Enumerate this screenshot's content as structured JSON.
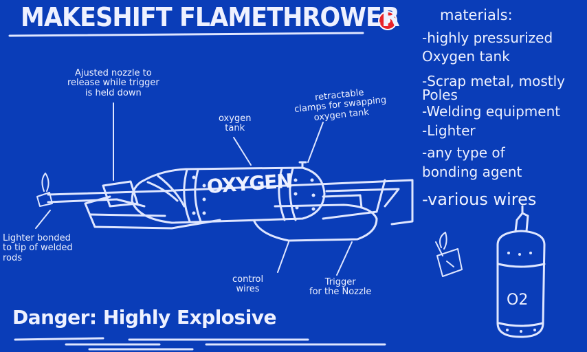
{
  "title": "MAKESHIFT FLAMETHROWER",
  "danger": "Danger: Highly Explosive",
  "materials": {
    "heading": "materials:",
    "items": [
      "-highly pressurized",
      "Oxygen tank",
      "-Scrap metal, mostly",
      "Poles",
      "-Welding equipment",
      "-Lighter",
      "-any type of",
      "bonding agent",
      "-various wires"
    ]
  },
  "labels": {
    "nozzle": [
      "Ajusted nozzle to",
      "release while trigger",
      "is held down"
    ],
    "oxygen_tank": [
      "oxygen",
      "tank"
    ],
    "clamps": [
      "retractable",
      "clamps for swapping",
      "oxygen tank"
    ],
    "lighter": [
      "Lighter bonded",
      "to tip of welded",
      "rods"
    ],
    "control_wires": [
      "control",
      "wires"
    ],
    "trigger": [
      "Trigger",
      "for the Nozzle"
    ]
  },
  "tank_label": "OXYGEN",
  "o2_label": "O2",
  "colors": {
    "background": "#0a3db8",
    "ink": "#eef1ff",
    "badge": "#e8232a"
  },
  "icons": [
    "hazard-badge-icon",
    "lighter-icon",
    "oxygen-canister-icon"
  ]
}
